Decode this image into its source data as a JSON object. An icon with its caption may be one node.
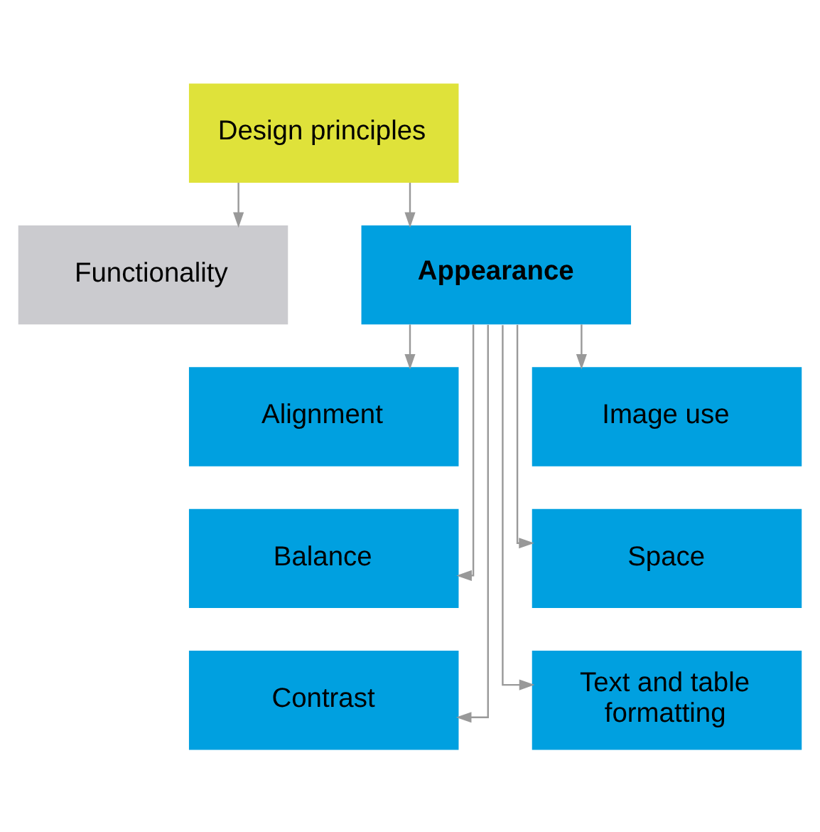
{
  "diagram": {
    "nodes": [
      {
        "text": [
          "Design principles"
        ]
      },
      {
        "text": [
          "Functionality"
        ]
      },
      {
        "text": [
          "Appearance"
        ]
      },
      {
        "text": [
          "Image use"
        ]
      },
      {
        "text": [
          "Alignment"
        ]
      },
      {
        "text": [
          "Space"
        ]
      },
      {
        "text": [
          "Balance"
        ]
      },
      {
        "text": [
          "Text and table formatting"
        ]
      },
      {
        "text": [
          "Contrast"
        ]
      }
    ],
    "edges": [
      {
        "from": 0,
        "to": 1,
        "arrow": "to"
      },
      {
        "from": 0,
        "to": 2,
        "arrow": "to"
      },
      {
        "from": 2,
        "to": 3,
        "arrow": "to"
      },
      {
        "from": 2,
        "to": 4,
        "arrow": "to"
      },
      {
        "from": 2,
        "to": 5,
        "arrow": "to"
      },
      {
        "from": 2,
        "to": 6,
        "arrow": "to"
      },
      {
        "from": 2,
        "to": 7,
        "arrow": "to"
      },
      {
        "from": 2,
        "to": 8,
        "arrow": "to"
      }
    ]
  }
}
